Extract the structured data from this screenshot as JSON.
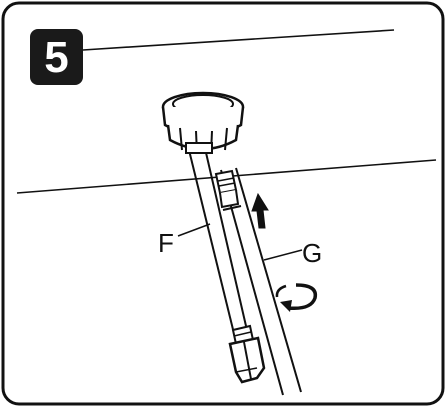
{
  "step": {
    "number": "5"
  },
  "labels": {
    "hose_f": "F",
    "hose_g": "G"
  },
  "colors": {
    "line": "#111111",
    "badge": "#1a1a1a",
    "background": "#ffffff"
  },
  "icons": {
    "lift_arrow": "up-arrow-icon",
    "tighten": "rotate-arrow-icon"
  }
}
